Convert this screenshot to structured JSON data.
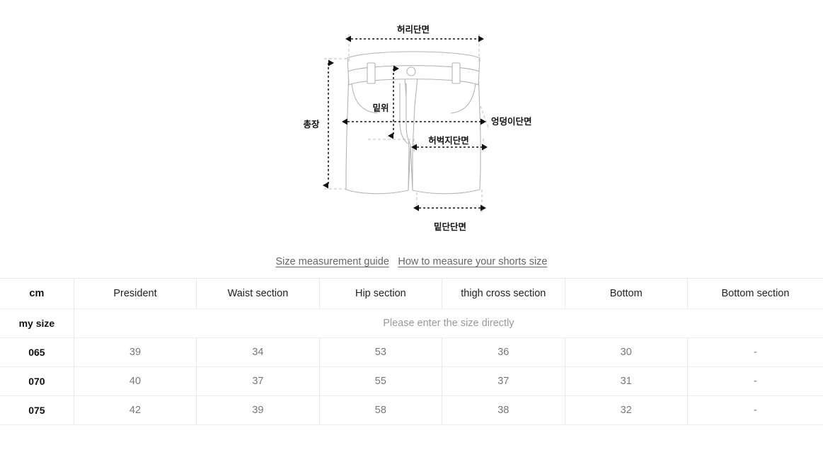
{
  "diagram": {
    "alt_name": "shorts-measurement-diagram",
    "labels": {
      "waist_section": "허리단면",
      "rise": "밑위",
      "total_length": "총장",
      "hip_section": "엉덩이단면",
      "thigh_section": "허벅지단면",
      "hem_section": "밑단단면"
    },
    "colors": {
      "outline": "#b3b3b3",
      "guide": "#bbbbbb",
      "arrow": "#1a1a1a",
      "fill": "#ffffff"
    }
  },
  "links": {
    "size_guide": "Size measurement guide",
    "how_to_measure": "How to measure your shorts size"
  },
  "table": {
    "headers": [
      "cm",
      "President",
      "Waist section",
      "Hip section",
      "thigh cross section",
      "Bottom",
      "Bottom section"
    ],
    "mysize": {
      "label": "my size",
      "placeholder": "Please enter the size directly"
    },
    "rows": [
      {
        "size": "065",
        "values": [
          "39",
          "34",
          "53",
          "36",
          "30",
          "-"
        ]
      },
      {
        "size": "070",
        "values": [
          "40",
          "37",
          "55",
          "37",
          "31",
          "-"
        ]
      },
      {
        "size": "075",
        "values": [
          "42",
          "39",
          "58",
          "38",
          "32",
          "-"
        ]
      }
    ]
  }
}
